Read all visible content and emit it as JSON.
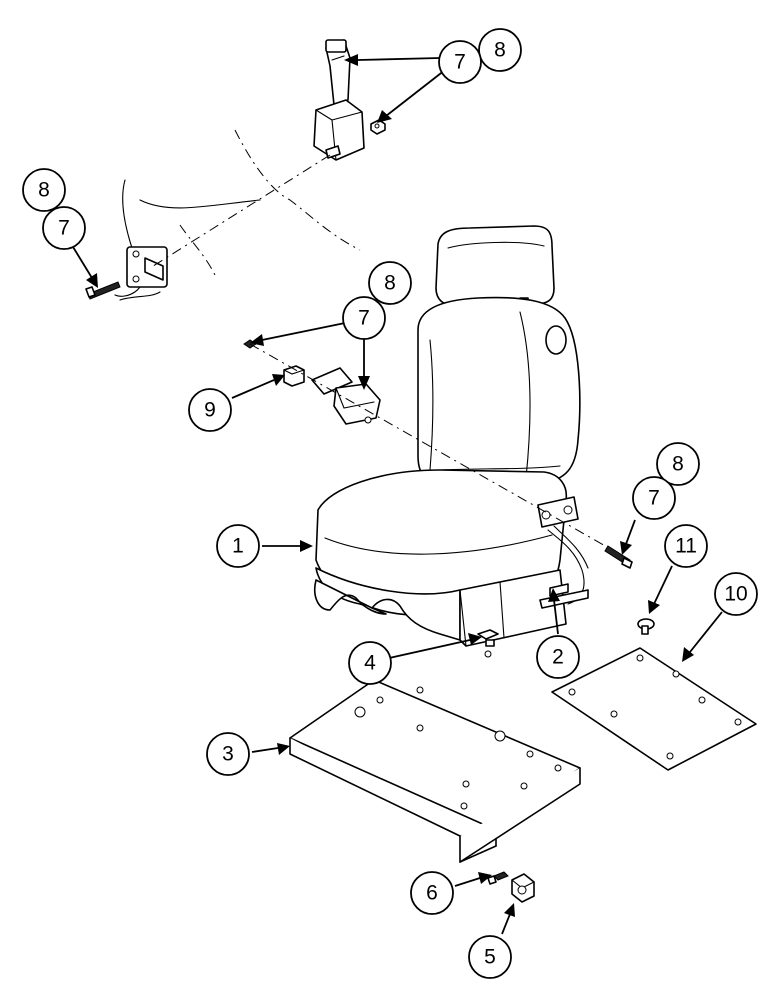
{
  "callouts": [
    {
      "id": "c8a",
      "label": "8"
    },
    {
      "id": "c7a",
      "label": "7"
    },
    {
      "id": "c8b",
      "label": "8"
    },
    {
      "id": "c7b",
      "label": "7"
    },
    {
      "id": "c8c",
      "label": "8"
    },
    {
      "id": "c7c",
      "label": "7"
    },
    {
      "id": "c9",
      "label": "9"
    },
    {
      "id": "c8d",
      "label": "8"
    },
    {
      "id": "c7d",
      "label": "7"
    },
    {
      "id": "c11",
      "label": "11"
    },
    {
      "id": "c10",
      "label": "10"
    },
    {
      "id": "c1",
      "label": "1"
    },
    {
      "id": "c4",
      "label": "4"
    },
    {
      "id": "c2",
      "label": "2"
    },
    {
      "id": "c3",
      "label": "3"
    },
    {
      "id": "c6",
      "label": "6"
    },
    {
      "id": "c5",
      "label": "5"
    }
  ]
}
